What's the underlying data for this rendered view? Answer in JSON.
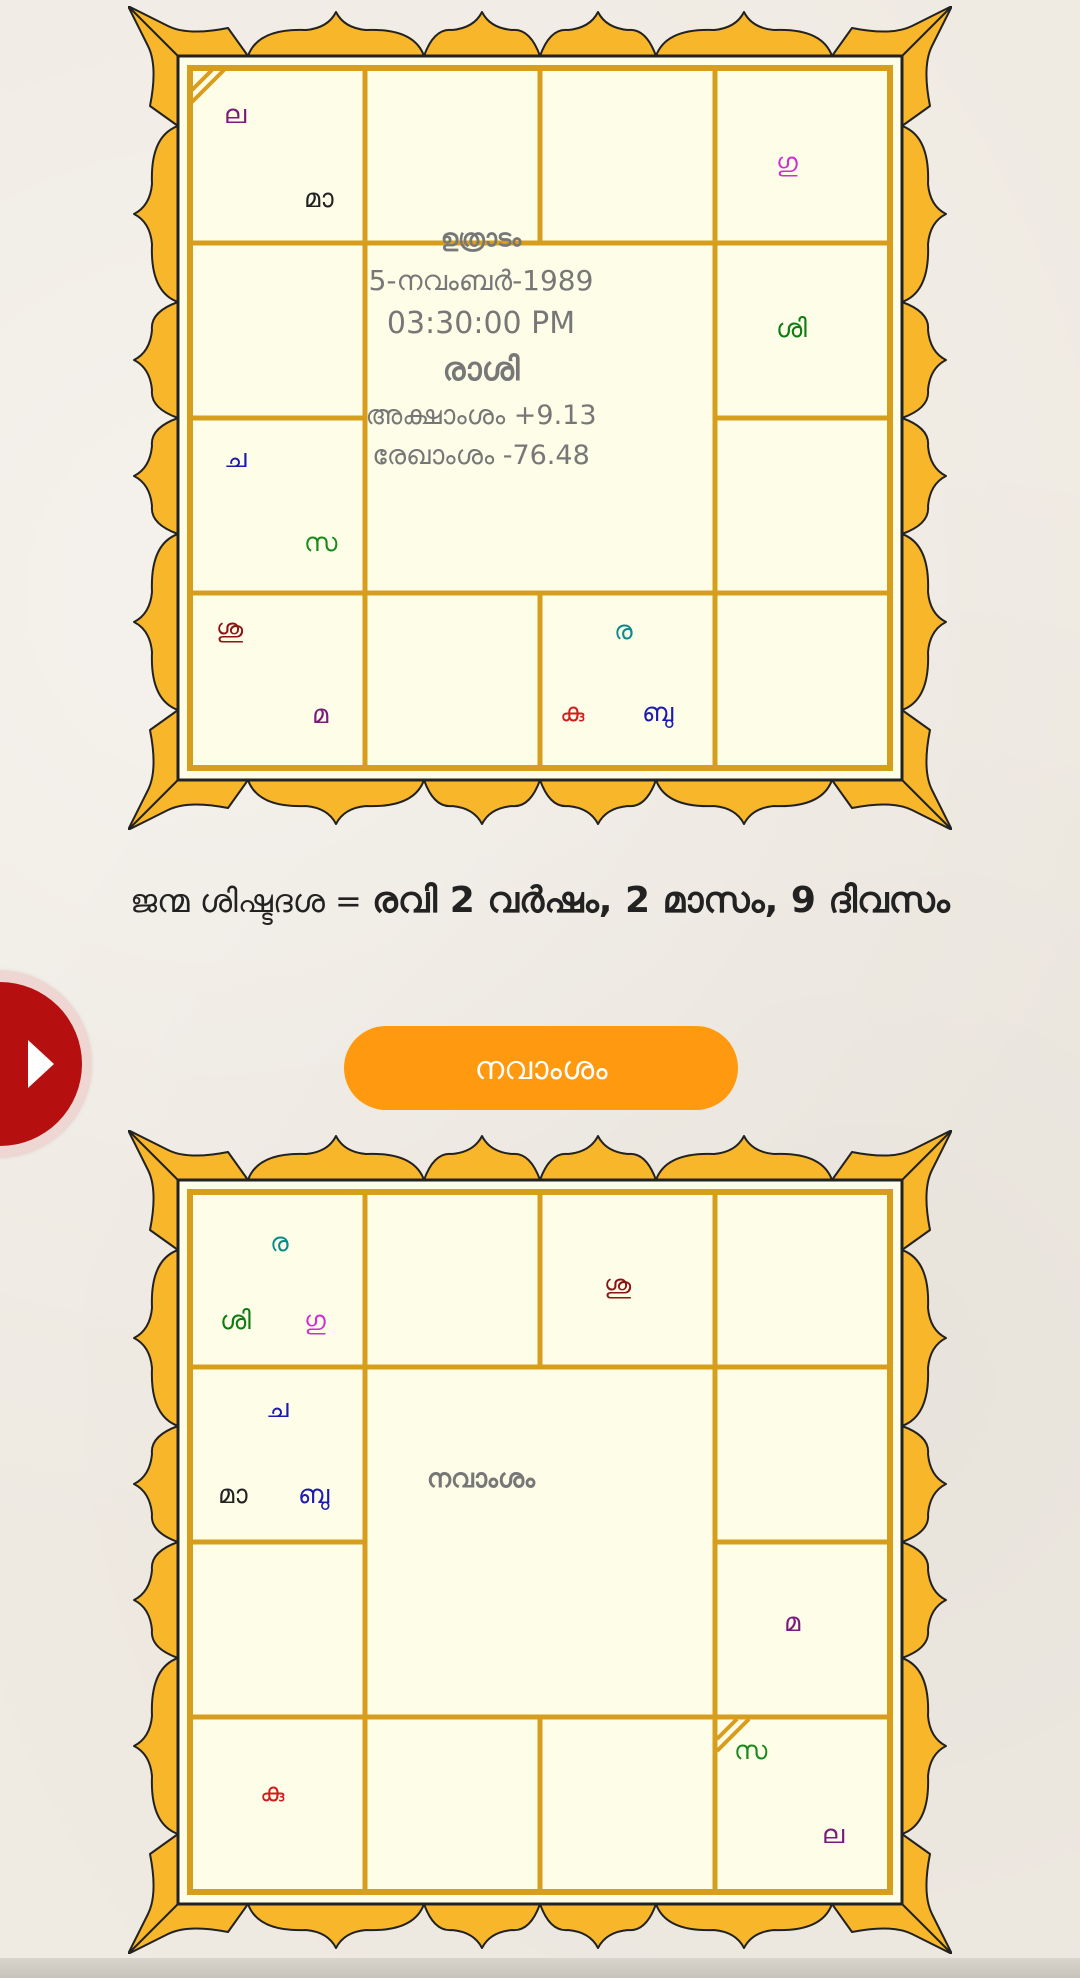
{
  "rasi_chart": {
    "center": {
      "nakshatra": "ഉത്രാടം",
      "date": "5-നവംബർ-1989",
      "time": "03:30:00 PM",
      "title": "രാശി",
      "latitude": "അക്ഷാംശം  +9.13",
      "longitude": "രേഖാംശം  -76.48"
    },
    "planets": {
      "la": "ല",
      "ma_a": "മാ",
      "gu": "ഗു",
      "shi": "ശി",
      "cha": "ച",
      "sa": "സ",
      "shu": "ശു",
      "ma": "മ",
      "ra": "ര",
      "ku": "കു",
      "bu": "ബു"
    }
  },
  "dasha_line": {
    "label": "ജന്മ ശിഷ്ടദശ = ",
    "value": "രവി 2 വർഷം, 2 മാസം, 9 ദിവസം"
  },
  "navamsa_button": {
    "label": "നവാംശം"
  },
  "navamsa_chart": {
    "center_title": "നവാംശം",
    "planets": {
      "ra": "ര",
      "shi": "ശി",
      "gu": "ഗു",
      "shu": "ശു",
      "cha": "ച",
      "ma_a": "മാ",
      "bu": "ബു",
      "ma": "മ",
      "sa": "സ",
      "la": "ല",
      "ku": "കു"
    }
  },
  "colors": {
    "chart_background": "#fefde8",
    "grid_line": "#d69e1c",
    "frame_orange": "#f8b72a",
    "button_orange": "#ff9a10",
    "side_tab_red": "#b50f0f",
    "center_text": "#777777"
  },
  "icons": {
    "side_tab": "play-triangle-icon"
  }
}
